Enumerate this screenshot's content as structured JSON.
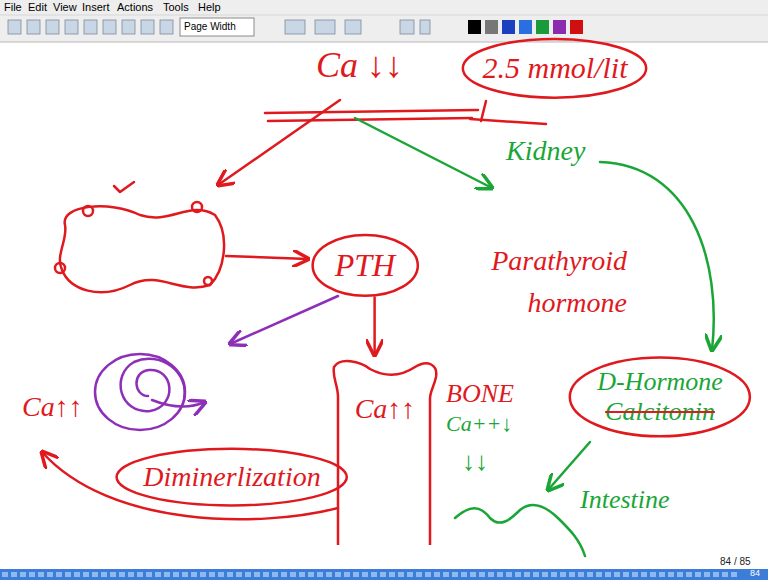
{
  "diagram": {
    "nodes": [
      {
        "text": [
          "2.5 mmol/lit"
        ]
      },
      {
        "text": [
          "PTH"
        ]
      },
      {
        "text": [
          "Ca↑↑"
        ]
      },
      {
        "text": [
          "Diminerlization"
        ]
      },
      {
        "text": [
          "D-Hormone",
          "Calcitonin"
        ]
      }
    ],
    "edges": [
      {
        "from": 1,
        "to": 2,
        "arrow": "to"
      }
    ],
    "labels": [
      "File",
      "Edit",
      "View",
      "Insert",
      "Actions",
      "Tools",
      "Help",
      "Page Width",
      "Ca ↓↓",
      "Kidney",
      "Parathyroid hormone",
      "BONE",
      "Ca++↓",
      "↓↓",
      "Ca↑↑",
      "Intestine",
      "84 / 85",
      "84"
    ]
  }
}
